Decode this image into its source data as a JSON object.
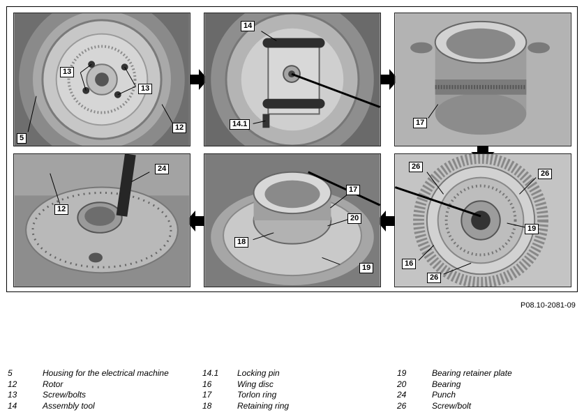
{
  "photos": [
    {
      "name": "rotor-screws-photo",
      "callouts": [
        "13",
        "13",
        "5",
        "12"
      ]
    },
    {
      "name": "assembly-tool-photo",
      "callouts": [
        "14",
        "14.1"
      ]
    },
    {
      "name": "torlon-ring-photo",
      "callouts": [
        "17"
      ]
    },
    {
      "name": "wing-disc-photo",
      "callouts": [
        "26",
        "26",
        "19",
        "16",
        "26"
      ]
    },
    {
      "name": "bearing-photo",
      "callouts": [
        "17",
        "20",
        "18",
        "19"
      ]
    },
    {
      "name": "punch-photo",
      "callouts": [
        "24",
        "12"
      ]
    }
  ],
  "figure_ref": "P08.10-2081-09",
  "legend": {
    "col1": [
      {
        "num": "5",
        "label": "Housing for the electrical machine"
      },
      {
        "num": "12",
        "label": "Rotor"
      },
      {
        "num": "13",
        "label": "Screw/bolts"
      },
      {
        "num": "14",
        "label": "Assembly tool"
      }
    ],
    "col2": [
      {
        "num": "14.1",
        "label": "Locking pin"
      },
      {
        "num": "16",
        "label": "Wing disc"
      },
      {
        "num": "17",
        "label": "Torlon ring"
      },
      {
        "num": "18",
        "label": "Retaining ring"
      }
    ],
    "col3": [
      {
        "num": "19",
        "label": "Bearing retainer plate"
      },
      {
        "num": "20",
        "label": "Bearing"
      },
      {
        "num": "24",
        "label": "Punch"
      },
      {
        "num": "26",
        "label": "Screw/bolt"
      }
    ]
  }
}
